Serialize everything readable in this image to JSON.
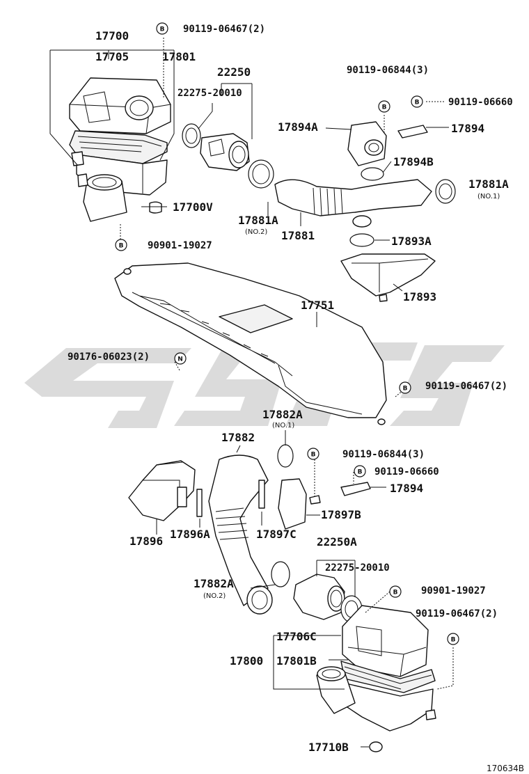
{
  "labels": {
    "p17700": "17700",
    "p17705": "17705",
    "p17801": "17801",
    "p22250": "22250",
    "p22275_top": "22275-20010",
    "p90119_06467_top": "90119-06467(2)",
    "p90119_06844_top": "90119-06844(3)",
    "p90119_06660_top": "90119-06660",
    "p17894A": "17894A",
    "p17894_top": "17894",
    "p17894B": "17894B",
    "p17881A_1": "17881A",
    "p17881A_1_no": "(NO.1)",
    "p17700V": "17700V",
    "p17881A_2": "17881A",
    "p17881A_2_no": "(NO.2)",
    "p17881": "17881",
    "p90901_top": "90901-19027",
    "p17893A": "17893A",
    "p17893": "17893",
    "p17751": "17751",
    "p90176": "90176-06023(2)",
    "p90119_06467_mid": "90119-06467(2)",
    "p17882A_1": "17882A",
    "p17882A_1_no": "(NO.1)",
    "p17882": "17882",
    "p90119_06844_bot": "90119-06844(3)",
    "p90119_06660_bot": "90119-06660",
    "p17894_bot": "17894",
    "p17897B": "17897B",
    "p17896": "17896",
    "p17896A": "17896A",
    "p17897C": "17897C",
    "p22250A": "22250A",
    "p22275_bot": "22275-20010",
    "p17882A_2": "17882A",
    "p17882A_2_no": "(NO.2)",
    "p90901_bot": "90901-19027",
    "p90119_06467_bot": "90119-06467(2)",
    "p17706C": "17706C",
    "p17800": "17800",
    "p17801B": "17801B",
    "p17710B": "17710B",
    "figure_id": "170634B"
  },
  "symbols": {
    "bolt": "B",
    "nut": "N"
  },
  "colors": {
    "line": "#111111",
    "watermark": "#bdbdbd"
  }
}
